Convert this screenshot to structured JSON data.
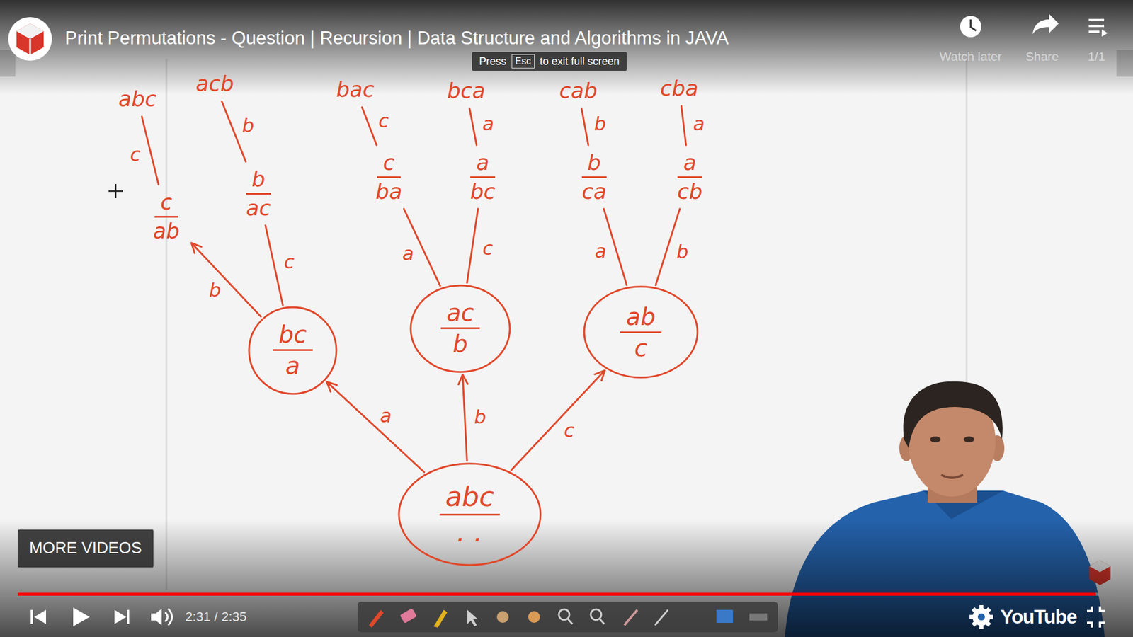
{
  "diagram": {
    "title": "Print Permutations - Question | Recursion | Data Structure and Algorithms in JAVA",
    "nodes": [
      {
        "text": [
          "abc",
          ". ."
        ]
      },
      {
        "text": [
          "bc",
          "a"
        ]
      },
      {
        "text": [
          "ac",
          "b"
        ]
      },
      {
        "text": [
          "ab",
          "c"
        ]
      },
      {
        "text": [
          "c",
          "ab"
        ]
      },
      {
        "text": [
          "b",
          "ac"
        ]
      },
      {
        "text": [
          "c",
          "ba"
        ]
      },
      {
        "text": [
          "a",
          "bc"
        ]
      },
      {
        "text": [
          "b",
          "ca"
        ]
      },
      {
        "text": [
          "a",
          "cb"
        ]
      },
      {
        "text": [
          "abc"
        ]
      },
      {
        "text": [
          "acb"
        ]
      },
      {
        "text": [
          "bac"
        ]
      },
      {
        "text": [
          "bca"
        ]
      },
      {
        "text": [
          "cab"
        ]
      },
      {
        "text": [
          "cba"
        ]
      }
    ],
    "edges": [
      {
        "from": 0,
        "to": 1,
        "label": "a",
        "arrow": "to"
      },
      {
        "from": 0,
        "to": 2,
        "label": "b",
        "arrow": "to"
      },
      {
        "from": 0,
        "to": 3,
        "label": "c",
        "arrow": "to"
      },
      {
        "from": 1,
        "to": 4,
        "label": "b",
        "arrow": "to"
      },
      {
        "from": 1,
        "to": 5,
        "label": "c",
        "arrow": "none"
      },
      {
        "from": 2,
        "to": 6,
        "label": "a",
        "arrow": "none"
      },
      {
        "from": 2,
        "to": 7,
        "label": "c",
        "arrow": "none"
      },
      {
        "from": 3,
        "to": 8,
        "label": "a",
        "arrow": "none"
      },
      {
        "from": 3,
        "to": 9,
        "label": "b",
        "arrow": "none"
      },
      {
        "from": 4,
        "to": 10,
        "label": "c",
        "arrow": "none"
      },
      {
        "from": 5,
        "to": 11,
        "label": "b",
        "arrow": "none"
      },
      {
        "from": 6,
        "to": 12,
        "label": "c",
        "arrow": "none"
      },
      {
        "from": 7,
        "to": 13,
        "label": "a",
        "arrow": "none"
      },
      {
        "from": 8,
        "to": 14,
        "label": "b",
        "arrow": "none"
      },
      {
        "from": 9,
        "to": 15,
        "label": "a",
        "arrow": "none"
      }
    ],
    "labels": [
      "Press",
      "Esc",
      "to exit full screen",
      "Watch later",
      "Share",
      "1/1",
      "MORE VIDEOS",
      "2:31 / 2:35",
      "YouTube"
    ]
  }
}
